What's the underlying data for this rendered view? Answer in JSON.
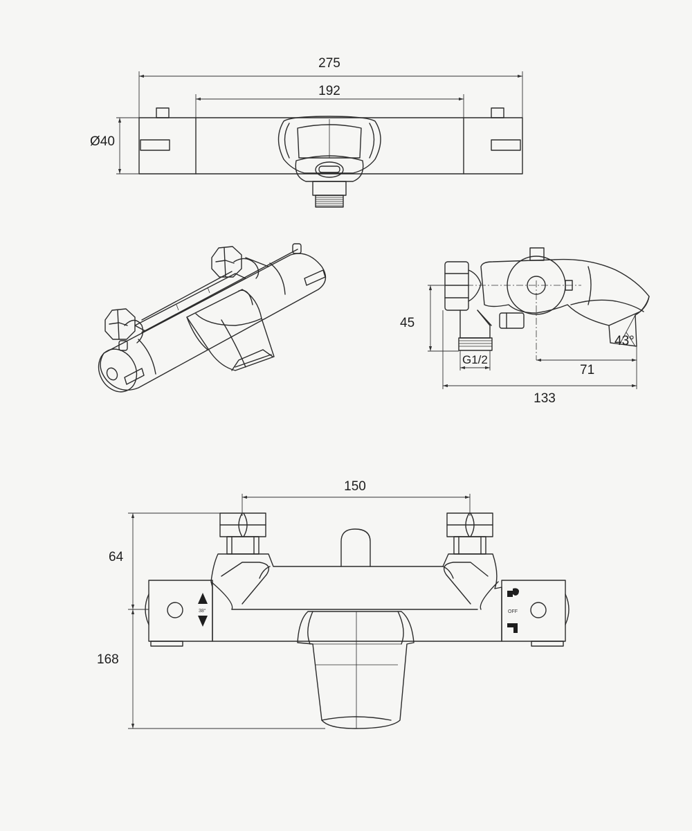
{
  "top_view": {
    "dim_overall": "275",
    "dim_inner": "192",
    "dim_diameter": "Ø40"
  },
  "side_view": {
    "dim_height": "45",
    "dim_thread": "G1/2",
    "dim_spout": "71",
    "dim_angle": "43°",
    "dim_depth": "133"
  },
  "front_view": {
    "dim_centers": "150",
    "dim_upper": "64",
    "dim_lower": "168",
    "temp_mark": "38°",
    "off_mark": "OFF"
  },
  "icons": {
    "left_knob": "temperature-arrows-icon",
    "right_knob_top": "shower-head-icon",
    "right_knob_bottom": "bath-spout-icon"
  },
  "colors": {
    "background": "#f6f6f4",
    "line": "#2b2b2b"
  }
}
